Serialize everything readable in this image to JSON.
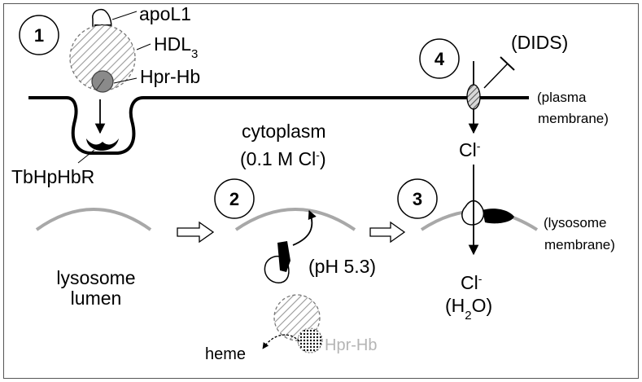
{
  "steps": {
    "s1": "1",
    "s2": "2",
    "s3": "3",
    "s4": "4"
  },
  "labels": {
    "apol1": "apoL1",
    "hdl3_base": "HDL",
    "hdl3_sub": "3",
    "hpr_hb_top": "Hpr-Hb",
    "receptor": "TbHpHbR",
    "dids": "(DIDS)",
    "plasma_1": "(plasma",
    "plasma_2": "membrane)",
    "cytoplasm": "cytoplasm",
    "cyto_conc_pre": "(0.1 M Cl",
    "cyto_conc_sup": "-",
    "cyto_conc_post": ")",
    "cl_upper_base": "Cl",
    "cl_upper_sup": "-",
    "lysosome_mem_1": "(lysosome",
    "lysosome_mem_2": "membrane)",
    "lumen_1": "lysosome",
    "lumen_2": "lumen",
    "ph": "(pH 5.3)",
    "cl_lower_base": "Cl",
    "cl_lower_sup": "-",
    "water_pre": "(H",
    "water_sub": "2",
    "water_post": "O)",
    "heme": "heme",
    "hpr_hb_bottom": "Hpr-Hb"
  },
  "colors": {
    "membrane": "#000000",
    "lysosome_membrane": "#a8a8a8",
    "hpr_hb_fill": "#8a8a8a",
    "hatch": "#9a9a9a",
    "faded_text": "#b5b5b5"
  }
}
